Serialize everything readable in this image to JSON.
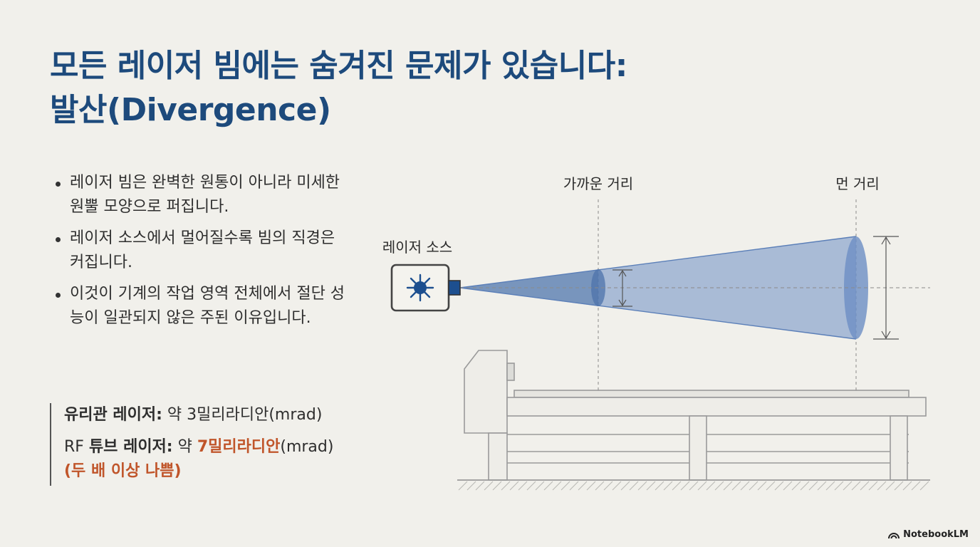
{
  "title": {
    "line1": "모든 레이저 빔에는 숨겨진 문제가 있습니다:",
    "line2": "발산(Divergence)"
  },
  "bullets": [
    "레이저 빔은 완벽한 원통이 아니라 미세한 원뿔 모양으로 퍼집니다.",
    "레이저 소스에서 멀어질수록 빔의 직경은 커집니다.",
    "이것이 기계의 작업 영역 전체에서 절단 성능이 일관되지 않은 주된 이유입니다."
  ],
  "comparison": {
    "glass": {
      "label": "유리관 레이저:",
      "value": " 약 3밀리라디안(mrad)"
    },
    "rf": {
      "label_prefix": "RF ",
      "label": "튜브 레이저:",
      "value_prefix": " 약 ",
      "value_highlight": "7밀리라디안",
      "value_suffix": "(mrad)",
      "note": "(두 배 이상 나쁨)"
    }
  },
  "diagram": {
    "laser_source_label": "레이저 소스",
    "near_label": "가까운 거리",
    "far_label": "먼 거리",
    "colors": {
      "beam": "#6d8fc4",
      "laser_core": "#1d4f8f",
      "machine_stroke": "#9a9a9a"
    }
  },
  "brand": {
    "name": "NotebookLM",
    "icon": "notebooklm-logo-icon"
  },
  "colors": {
    "title": "#1d4a7c",
    "highlight": "#c0552a",
    "background": "#f1f0eb"
  }
}
